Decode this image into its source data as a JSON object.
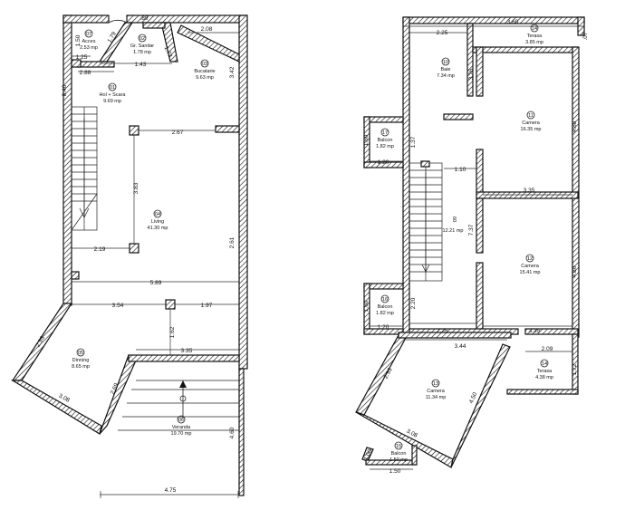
{
  "plans": {
    "ground": {
      "rooms": [
        {
          "key": "acces",
          "num": "07",
          "name": "Acces",
          "area": "2.53 mp"
        },
        {
          "key": "gr_sanitar",
          "num": "02",
          "name": "Gr. Sanitar",
          "area": "1.78 mp"
        },
        {
          "key": "bucatarie",
          "num": "03",
          "name": "Bucatarie",
          "area": "9.63 mp"
        },
        {
          "key": "hol_scara",
          "num": "01",
          "name": "Hol + Scara",
          "area": "9.69 mp"
        },
        {
          "key": "living",
          "num": "04",
          "name": "Living",
          "area": "41.30 mp"
        },
        {
          "key": "dinning",
          "num": "05",
          "name": "Dinning",
          "area": "8.65 mp"
        },
        {
          "key": "veranda",
          "num": "06",
          "name": "Veranda",
          "area": "19.70 mp"
        }
      ],
      "dims": [
        "1.50",
        "1.79",
        ".89",
        "2.08",
        "1.25",
        "2.88",
        "1.43",
        "1.73",
        "3.42",
        "8.40",
        "2.67",
        "3.83",
        "2.19",
        "2.61",
        "5.89",
        "3.54",
        "1.97",
        "1.62",
        "3.35",
        "2.93",
        "2.69",
        "3.08",
        "4.60",
        "4.75"
      ]
    },
    "upper": {
      "header": "",
      "rooms": [
        {
          "key": "terasa_top",
          "num": "14",
          "name": "Terasa",
          "area": "3.85 mp"
        },
        {
          "key": "baie",
          "num": "10",
          "name": "Baie",
          "area": "7.34 mp"
        },
        {
          "key": "camera11",
          "num": "11",
          "name": "Camera",
          "area": "16.35 mp"
        },
        {
          "key": "balcon17",
          "num": "17",
          "name": "Balcon",
          "area": "1.82 mp"
        },
        {
          "key": "hol_upper",
          "num": "09",
          "name": "",
          "area": "12.21 mp"
        },
        {
          "key": "camera12",
          "num": "12",
          "name": "Camera",
          "area": "15.41 mp"
        },
        {
          "key": "balcon16",
          "num": "16",
          "name": "Balcon",
          "area": "1.82 mp"
        },
        {
          "key": "camera13",
          "num": "13",
          "name": "Camera",
          "area": "11.34 mp"
        },
        {
          "key": "terasa_bottom",
          "num": "14",
          "name": "Terasa",
          "area": "4.38 mp"
        },
        {
          "key": "balcon15",
          "num": "15",
          "name": "Balcon",
          "area": "1.50 mp"
        }
      ],
      "dims": [
        "3.60",
        "2.25",
        ".07",
        "3.26",
        "4.88",
        "1.60",
        "1.37",
        "1.20",
        "1.10",
        "3.35",
        "7.37",
        "4.80",
        "1.60",
        "2.20",
        "1.20",
        "2.25",
        "3.44",
        "3.35",
        "2.09",
        "1.72",
        "2.93",
        "4.50",
        "3.08",
        "1.00",
        "1.50"
      ]
    }
  }
}
